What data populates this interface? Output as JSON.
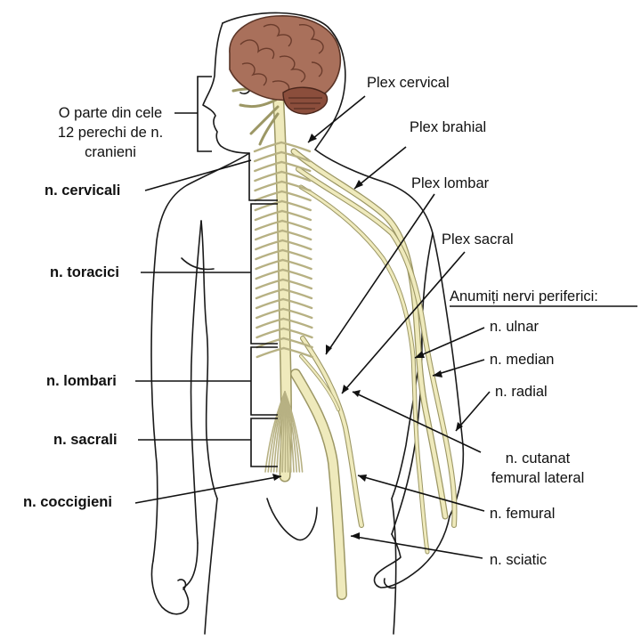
{
  "labels": {
    "cranial": [
      "O parte din cele",
      "12 perechi de n.",
      "cranieni"
    ],
    "cervical_nerves": "n. cervicali",
    "thoracic_nerves": "n. toracici",
    "lumbar_nerves": "n. lombari",
    "sacral_nerves": "n. sacrali",
    "coccygeal_nerves": "n. coccigieni",
    "cervical_plexus": "Plex cervical",
    "brachial_plexus": "Plex brahial",
    "lumbar_plexus": "Plex lombar",
    "sacral_plexus": "Plex sacral",
    "peripheral_heading": "Anumiți nervi periferici:",
    "ulnar": "n. ulnar",
    "median": "n. median",
    "radial": "n. radial",
    "lateral_femoral_cutaneous": [
      "n. cutanat",
      "femural lateral"
    ],
    "femoral": "n. femural",
    "sciatic": "n. sciatic"
  },
  "colors": {
    "nerve_fill": "#efeabc",
    "nerve_stroke": "#9c9765",
    "brain": "#a9705b",
    "cerebellum": "#8b4e3c",
    "outline": "#1a1a1a",
    "leader": "#111111"
  }
}
